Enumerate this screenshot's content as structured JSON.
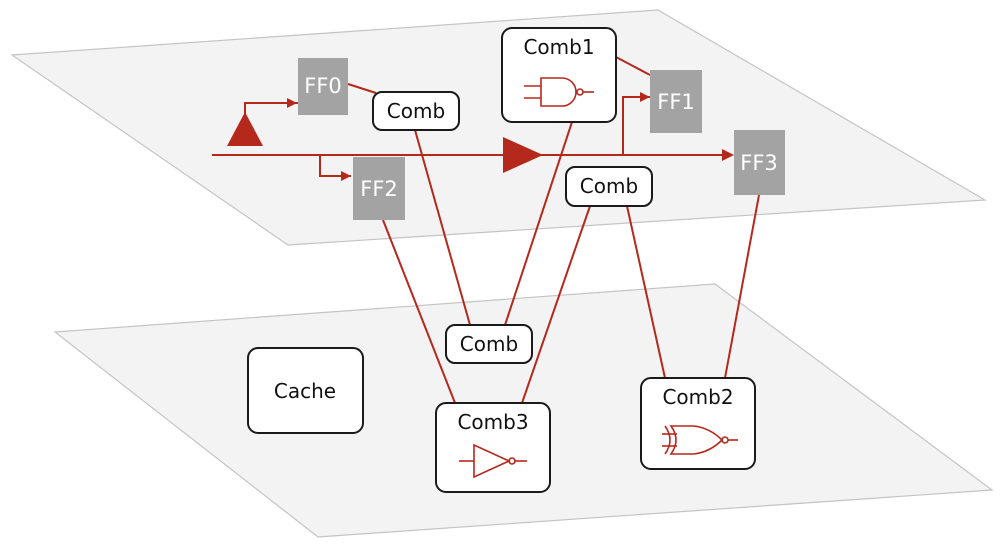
{
  "colors": {
    "wire": "#b5281c",
    "plane_fill": "#f3f3f3",
    "plane_stroke": "#c4c4c4",
    "ff_fill": "#a3a3a3",
    "ff_text": "#ffffff",
    "box_stroke": "#1a1a1a",
    "text": "#111111"
  },
  "top_layer": {
    "flip_flops": [
      "FF0",
      "FF1",
      "FF2",
      "FF3"
    ],
    "comb_top_left": "Comb",
    "comb1": "Comb1",
    "comb_top_mid": "Comb"
  },
  "bottom_layer": {
    "comb_bottom": "Comb",
    "cache": "Cache",
    "comb3": "Comb3",
    "comb2": "Comb2"
  },
  "gate_icons": {
    "comb1": "and-gate-icon",
    "comb3": "not-gate-icon",
    "comb2": "xnor-gate-icon"
  }
}
